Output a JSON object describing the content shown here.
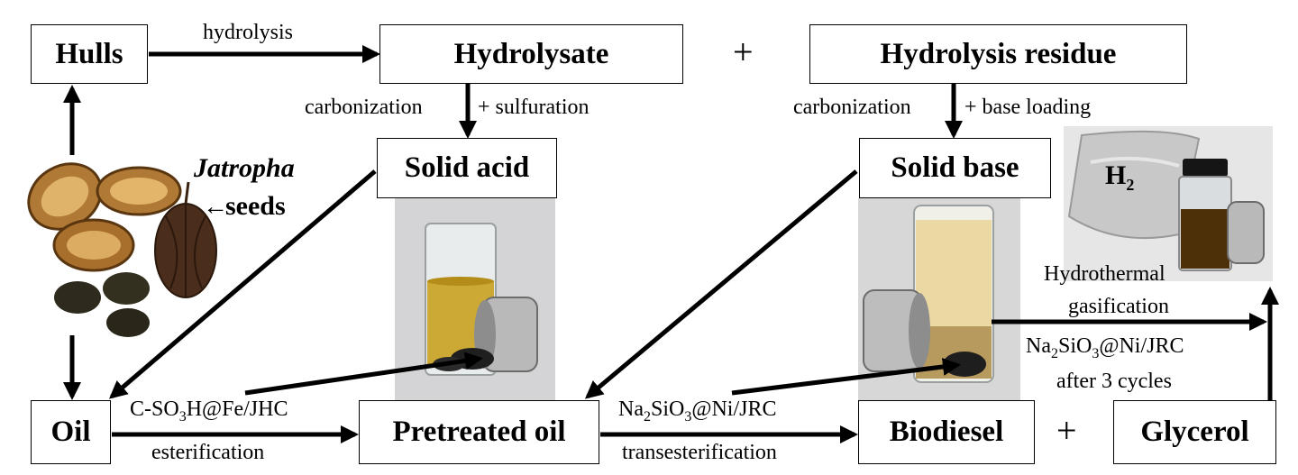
{
  "boxes": {
    "hulls": "Hulls",
    "hydrolysate": "Hydrolysate",
    "hydrolysis_residue": "Hydrolysis residue",
    "solid_acid": "Solid acid",
    "solid_base": "Solid base",
    "oil": "Oil",
    "pretreated_oil": "Pretreated oil",
    "biodiesel": "Biodiesel",
    "glycerol": "Glycerol"
  },
  "labels": {
    "hydrolysis": "hydrolysis",
    "carbonization_1": "carbonization",
    "sulfuration": "+ sulfuration",
    "carbonization_2": "carbonization",
    "base_loading": "+ base loading",
    "jatropha": "Jatropha",
    "seeds": "seeds",
    "esterification": "esterification",
    "transesterification": "transesterification",
    "hydrothermal": "Hydrothermal",
    "gasification": "gasification",
    "after_cycles": "after 3 cycles",
    "h2": {
      "base": "H",
      "sub": "2"
    },
    "catalyst_acid": {
      "p1": "C-SO",
      "s1": "3",
      "p2": "H@Fe/JHC"
    },
    "catalyst_base": {
      "p1": "Na",
      "s1": "2",
      "p2": "SiO",
      "s2": "3",
      "p3": "@Ni/JRC"
    },
    "catalyst_base_2": {
      "p1": "Na",
      "s1": "2",
      "p2": "SiO",
      "s2": "3",
      "p3": "@Ni/JRC"
    },
    "plus_1": "+",
    "plus_2": "+"
  },
  "colors": {
    "stroke": "#000000",
    "oil_amber": "#c9a225",
    "seed_brown": "#7a4a1c",
    "magnet_silver": "#b9b9b9",
    "residue_cream": "#ead9a2"
  }
}
